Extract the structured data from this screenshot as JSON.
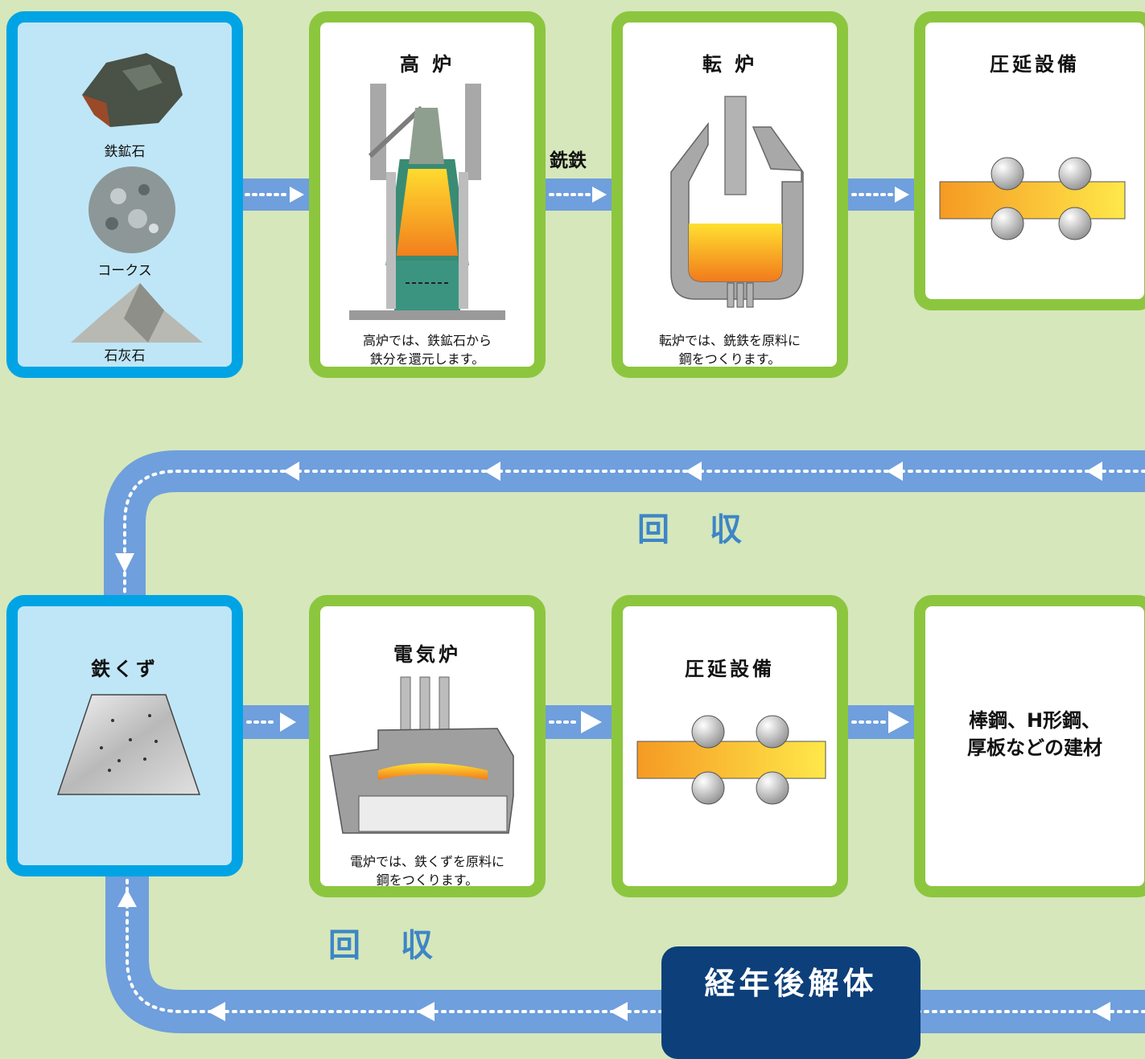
{
  "top_row": {
    "raw_materials": {
      "items": [
        {
          "label": "鉄鉱石",
          "icon": "iron-ore-rock"
        },
        {
          "label": "コークス",
          "icon": "coke-lump"
        },
        {
          "label": "石灰石",
          "icon": "limestone-rock"
        }
      ]
    },
    "blast_furnace": {
      "title": "高 炉",
      "caption_line1": "高炉では、鉄鉱石から",
      "caption_line2": "鉄分を還元します。"
    },
    "pig_iron_label": "銑鉄",
    "converter": {
      "title": "転 炉",
      "caption_line1": "転炉では、銑鉄を原料に",
      "caption_line2": "鋼をつくります。"
    },
    "rolling_mill": {
      "title": "圧延設備"
    }
  },
  "recovery_label_top": "回 収",
  "bottom_row": {
    "scrap": {
      "title": "鉄くず"
    },
    "electric_furnace": {
      "title": "電気炉",
      "caption_line1": "電炉では、鉄くずを原料に",
      "caption_line2": "鋼をつくります。"
    },
    "rolling_mill": {
      "title": "圧延設備"
    },
    "products": {
      "line1": "棒鋼、H形鋼、",
      "line2": "厚板などの建材"
    }
  },
  "recovery_label_bottom": "回 収",
  "demolition_label": "経年後解体",
  "colors": {
    "background": "#d6e7bb",
    "card_border_green": "#8cc63e",
    "card_border_blue": "#00a4e4",
    "raw_card_fill": "#bfe6f7",
    "flow_path": "#6f9fdc",
    "recovery_text": "#3d86c6",
    "demolition_fill": "#0d3f7a"
  }
}
